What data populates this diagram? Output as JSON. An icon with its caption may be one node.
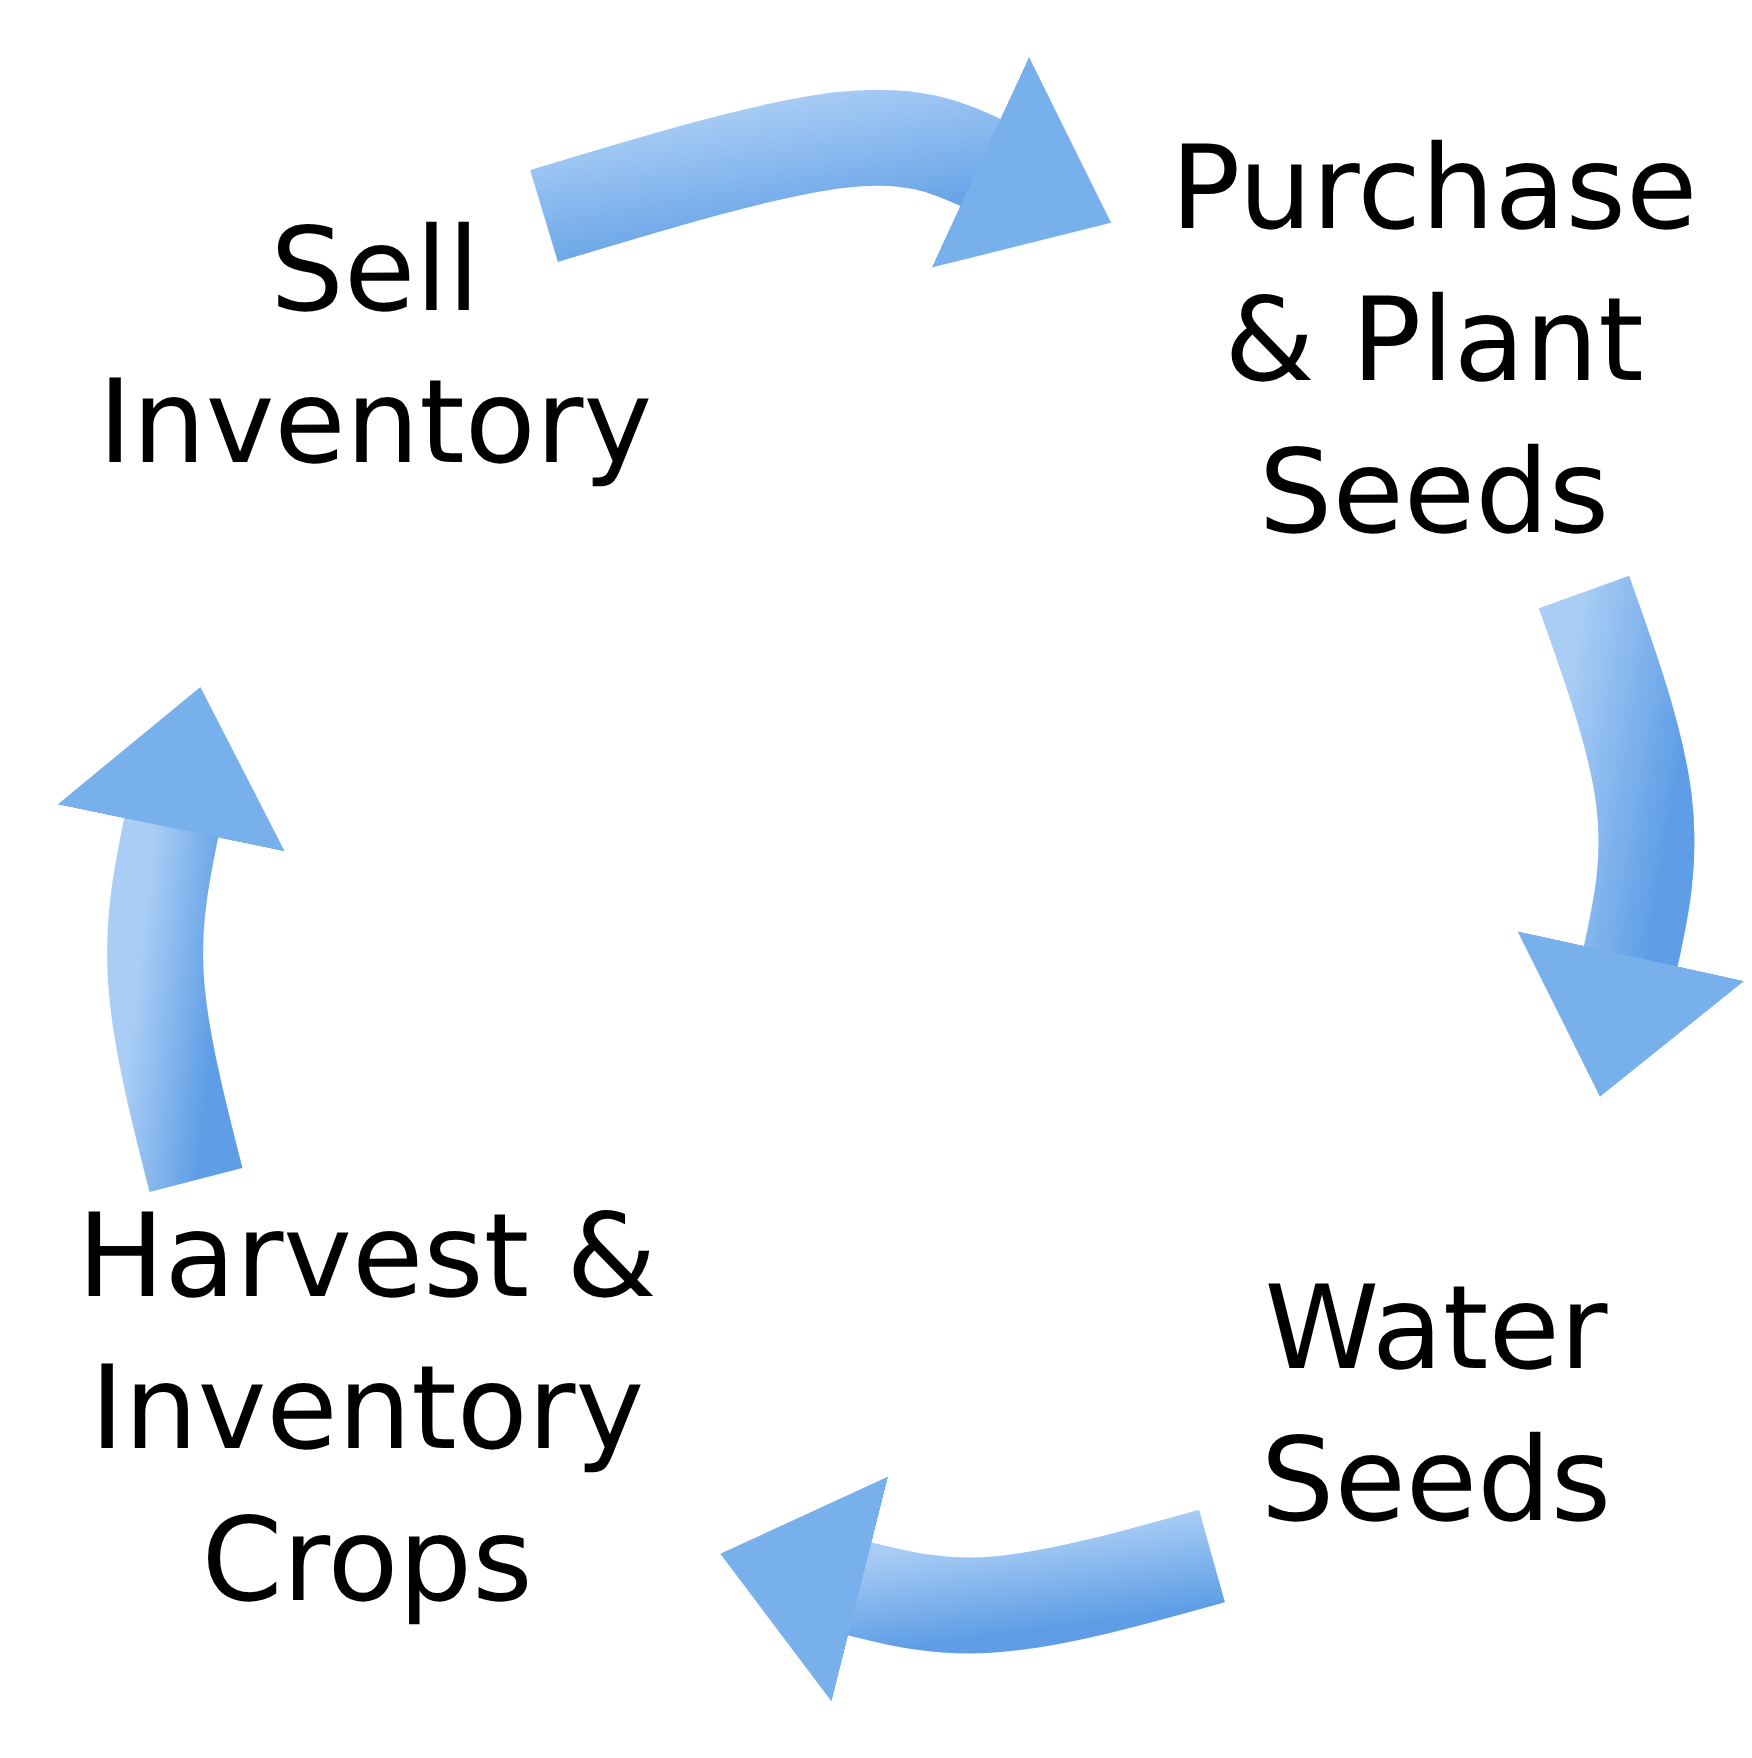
{
  "diagram": {
    "nodes": [
      {
        "text": [
          "Sell Inventory"
        ]
      },
      {
        "text": [
          "Purchase & Plant Seeds"
        ]
      },
      {
        "text": [
          "Water Seeds"
        ]
      },
      {
        "text": [
          "Harvest & Inventory Crops"
        ]
      }
    ],
    "edges": [
      {
        "from": 0,
        "to": 1,
        "arrow": "to"
      },
      {
        "from": 1,
        "to": 2,
        "arrow": "to"
      },
      {
        "from": 2,
        "to": 3,
        "arrow": "to"
      },
      {
        "from": 3,
        "to": 0,
        "arrow": "to"
      }
    ]
  }
}
